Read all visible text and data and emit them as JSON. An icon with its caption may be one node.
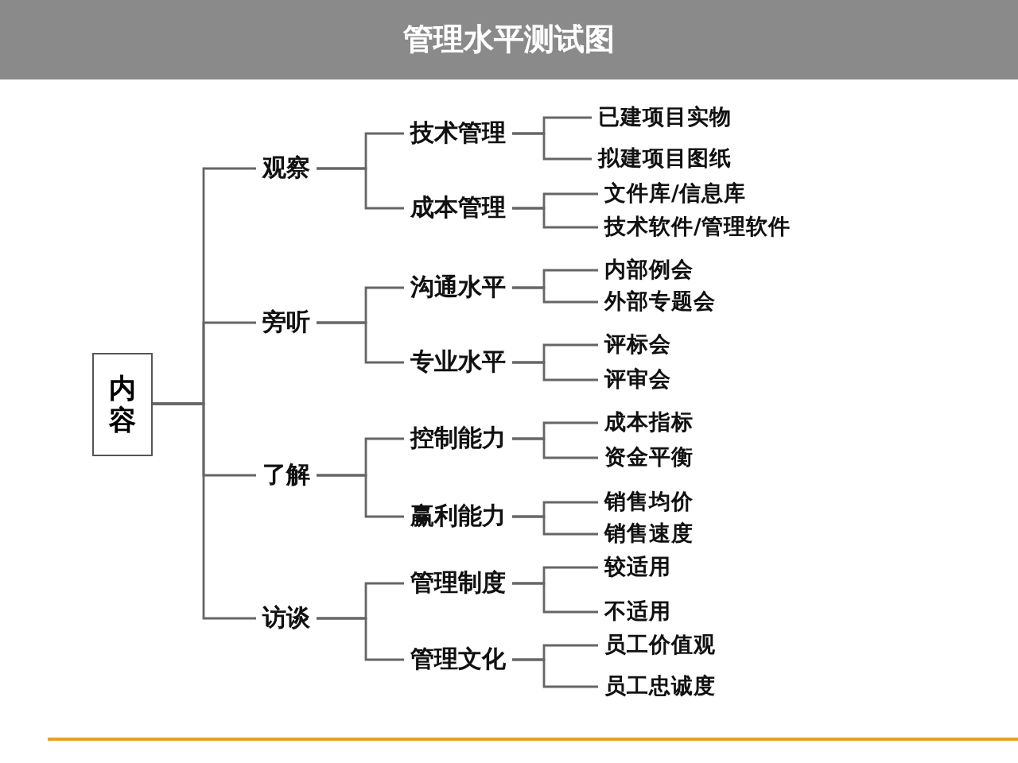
{
  "diagram": {
    "title": "管理水平测试图",
    "nodes": [
      {
        "text": [
          "内容"
        ]
      },
      {
        "text": [
          "观察"
        ]
      },
      {
        "text": [
          "技术管理"
        ]
      },
      {
        "text": [
          "已建项目实物"
        ]
      },
      {
        "text": [
          "拟建项目图纸"
        ]
      },
      {
        "text": [
          "成本管理"
        ]
      },
      {
        "text": [
          "文件库/信息库"
        ]
      },
      {
        "text": [
          "技术软件/管理软件"
        ]
      },
      {
        "text": [
          "旁听"
        ]
      },
      {
        "text": [
          "沟通水平"
        ]
      },
      {
        "text": [
          "内部例会"
        ]
      },
      {
        "text": [
          "外部专题会"
        ]
      },
      {
        "text": [
          "专业水平"
        ]
      },
      {
        "text": [
          "评标会"
        ]
      },
      {
        "text": [
          "评审会"
        ]
      },
      {
        "text": [
          "了解"
        ]
      },
      {
        "text": [
          "控制能力"
        ]
      },
      {
        "text": [
          "成本指标"
        ]
      },
      {
        "text": [
          "资金平衡"
        ]
      },
      {
        "text": [
          "赢利能力"
        ]
      },
      {
        "text": [
          "销售均价"
        ]
      },
      {
        "text": [
          "销售速度"
        ]
      },
      {
        "text": [
          "访谈"
        ]
      },
      {
        "text": [
          "管理制度"
        ]
      },
      {
        "text": [
          "较适用"
        ]
      },
      {
        "text": [
          "不适用"
        ]
      },
      {
        "text": [
          "管理文化"
        ]
      },
      {
        "text": [
          "员工价值观"
        ]
      },
      {
        "text": [
          "员工忠诚度"
        ]
      }
    ],
    "edges": [
      {
        "from": 0,
        "to": 1,
        "arrow": "none"
      },
      {
        "from": 0,
        "to": 8,
        "arrow": "none"
      },
      {
        "from": 0,
        "to": 15,
        "arrow": "none"
      },
      {
        "from": 0,
        "to": 22,
        "arrow": "none"
      },
      {
        "from": 1,
        "to": 2,
        "arrow": "none"
      },
      {
        "from": 1,
        "to": 5,
        "arrow": "none"
      },
      {
        "from": 2,
        "to": 3,
        "arrow": "none"
      },
      {
        "from": 2,
        "to": 4,
        "arrow": "none"
      },
      {
        "from": 5,
        "to": 6,
        "arrow": "none"
      },
      {
        "from": 5,
        "to": 7,
        "arrow": "none"
      },
      {
        "from": 8,
        "to": 9,
        "arrow": "none"
      },
      {
        "from": 8,
        "to": 12,
        "arrow": "none"
      },
      {
        "from": 9,
        "to": 10,
        "arrow": "none"
      },
      {
        "from": 9,
        "to": 11,
        "arrow": "none"
      },
      {
        "from": 12,
        "to": 13,
        "arrow": "none"
      },
      {
        "from": 12,
        "to": 14,
        "arrow": "none"
      },
      {
        "from": 15,
        "to": 16,
        "arrow": "none"
      },
      {
        "from": 15,
        "to": 19,
        "arrow": "none"
      },
      {
        "from": 16,
        "to": 17,
        "arrow": "none"
      },
      {
        "from": 16,
        "to": 18,
        "arrow": "none"
      },
      {
        "from": 19,
        "to": 20,
        "arrow": "none"
      },
      {
        "from": 19,
        "to": 21,
        "arrow": "none"
      },
      {
        "from": 22,
        "to": 23,
        "arrow": "none"
      },
      {
        "from": 22,
        "to": 26,
        "arrow": "none"
      },
      {
        "from": 23,
        "to": 24,
        "arrow": "none"
      },
      {
        "from": 23,
        "to": 25,
        "arrow": "none"
      },
      {
        "from": 26,
        "to": 27,
        "arrow": "none"
      },
      {
        "from": 26,
        "to": 28,
        "arrow": "none"
      }
    ]
  }
}
